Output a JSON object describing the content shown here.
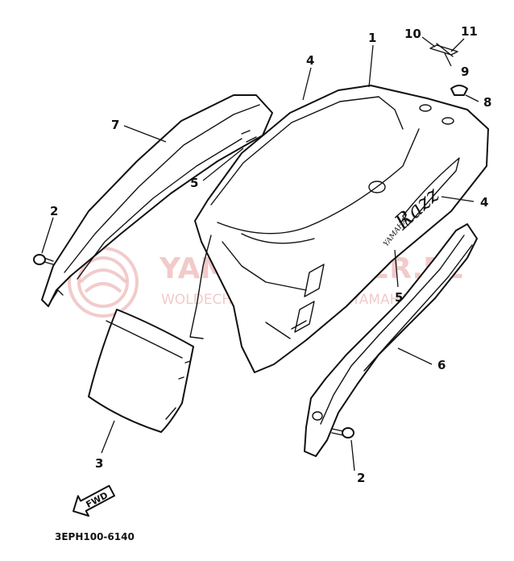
{
  "diagram": {
    "code": "3EPH100-6140",
    "fwd_label": "FWD",
    "decal_brand": "YAMAHA",
    "decal_model": "Razz",
    "watermark": {
      "line1": "YAMAHA-SELER.PL",
      "line2": "WOLDECHOWICZ - DEALER YAMAHA"
    },
    "colors": {
      "line": "#111111",
      "watermark": "#e8a0a0"
    },
    "callouts": [
      {
        "id": "c1a",
        "label": "1"
      },
      {
        "id": "c2a",
        "label": "2"
      },
      {
        "id": "c2b",
        "label": "2"
      },
      {
        "id": "c3",
        "label": "3"
      },
      {
        "id": "c4a",
        "label": "4"
      },
      {
        "id": "c4b",
        "label": "4"
      },
      {
        "id": "c5a",
        "label": "5"
      },
      {
        "id": "c5b",
        "label": "5"
      },
      {
        "id": "c6",
        "label": "6"
      },
      {
        "id": "c7",
        "label": "7"
      },
      {
        "id": "c8",
        "label": "8"
      },
      {
        "id": "c9",
        "label": "9"
      },
      {
        "id": "c10",
        "label": "10"
      },
      {
        "id": "c11",
        "label": "11"
      }
    ]
  }
}
